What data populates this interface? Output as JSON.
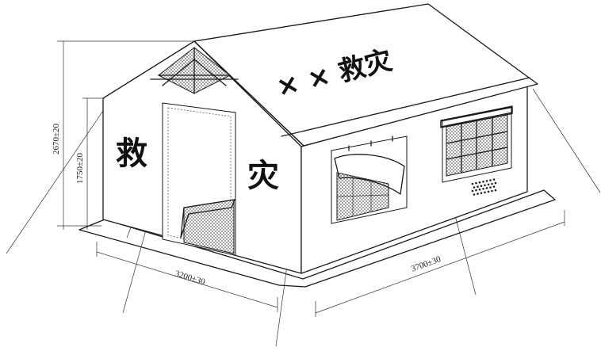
{
  "labels": {
    "roof_text": "× × 救灾",
    "end_wall_char_1": "救",
    "end_wall_char_2": "灾",
    "dim_total_height": "2670±20",
    "dim_wall_height": "1750±20",
    "dim_width": "3200±30",
    "dim_length": "3700±30"
  },
  "colors": {
    "line": "#1a1a1a",
    "background": "#ffffff"
  }
}
